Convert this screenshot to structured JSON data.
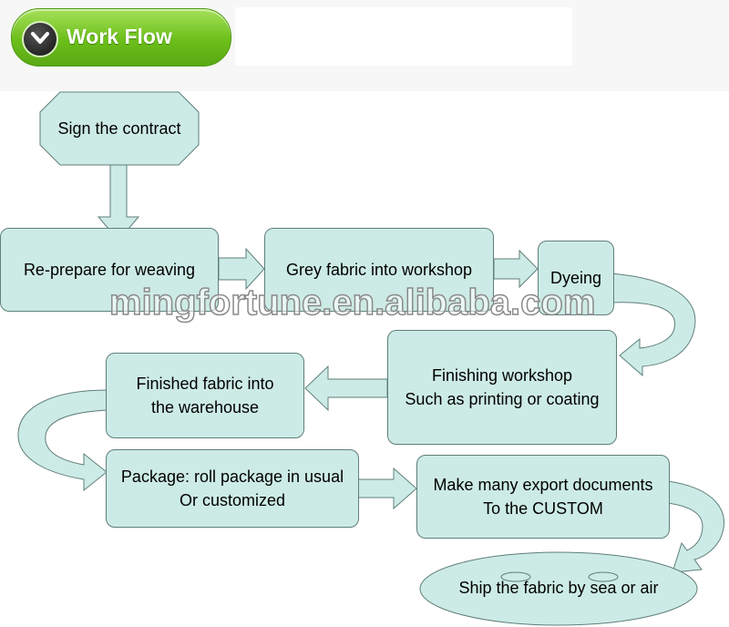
{
  "header": {
    "title": "Work Flow",
    "icon": "chevron-down-icon"
  },
  "steps": {
    "sign_contract": "Sign the contract",
    "re_prepare": "Re-prepare for weaving",
    "grey_fabric": "Grey fabric into workshop",
    "dyeing": "Dyeing",
    "finishing": "Finishing workshop\nSuch as printing or coating",
    "finished_fabric": "Finished fabric into\nthe warehouse",
    "package": "Package: roll package in usual\nOr customized",
    "export_docs": "Make many export documents\nTo the CUSTOM",
    "ship": "Ship the fabric by sea or air"
  },
  "watermark": "mingfortune.en.alibaba.com",
  "colors": {
    "node_fill": "#cdebe6",
    "node_border": "#5f7f7a",
    "badge_green": "#6cbf1a"
  }
}
